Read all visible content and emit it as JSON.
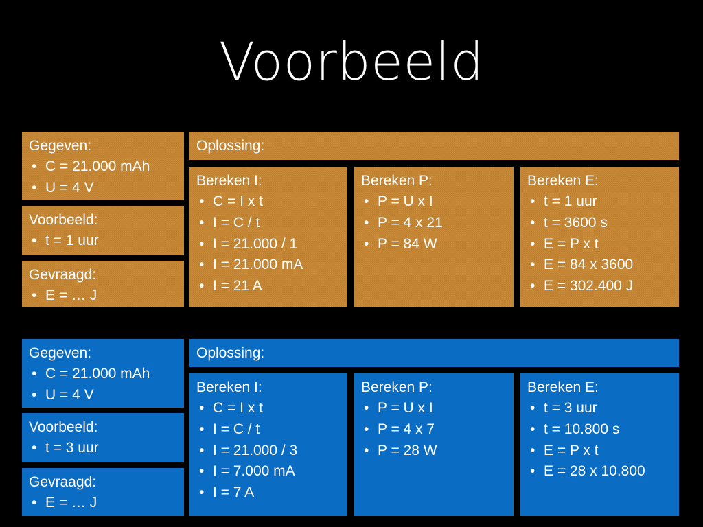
{
  "slide": {
    "title": "Voorbeeld",
    "background_color": "#000000",
    "text_color": "#ffffff",
    "bullet_glyph": "•"
  },
  "colors": {
    "orange": "#c8862f",
    "blue": "#0b6cc4"
  },
  "example_orange": {
    "gegeven": {
      "head": "Gegeven:",
      "items": [
        "C = 21.000 mAh",
        "U = 4 V"
      ]
    },
    "voorbeeld": {
      "head": "Voorbeeld:",
      "items": [
        "t = 1 uur"
      ]
    },
    "gevraagd": {
      "head": "Gevraagd:",
      "items": [
        "E = … J"
      ]
    },
    "oplossing": {
      "head": "Oplossing:"
    },
    "bereken_i": {
      "head": "Bereken I:",
      "items": [
        "C = I x t",
        "I = C / t",
        "I = 21.000 / 1",
        "I = 21.000 mA",
        "I = 21 A"
      ]
    },
    "bereken_p": {
      "head": "Bereken P:",
      "items": [
        "P = U x I",
        "P = 4 x 21",
        "P = 84 W"
      ]
    },
    "bereken_e": {
      "head": "Bereken E:",
      "items": [
        "t = 1 uur",
        "t = 3600 s",
        "E = P x t",
        "E = 84 x 3600",
        "E = 302.400 J"
      ]
    }
  },
  "example_blue": {
    "gegeven": {
      "head": "Gegeven:",
      "items": [
        "C = 21.000 mAh",
        "U = 4 V"
      ]
    },
    "voorbeeld": {
      "head": "Voorbeeld:",
      "items": [
        "t = 3 uur"
      ]
    },
    "gevraagd": {
      "head": "Gevraagd:",
      "items": [
        "E = … J"
      ]
    },
    "oplossing": {
      "head": "Oplossing:"
    },
    "bereken_i": {
      "head": "Bereken I:",
      "items": [
        "C = I x t",
        "I = C / t",
        "I = 21.000 / 3",
        "I = 7.000 mA",
        "I = 7 A"
      ]
    },
    "bereken_p": {
      "head": "Bereken P:",
      "items": [
        "P = U x I",
        "P = 4 x 7",
        "P = 28 W"
      ]
    },
    "bereken_e": {
      "head": "Bereken E:",
      "items": [
        "t = 3 uur",
        "t = 10.800 s",
        "E = P x t",
        "E = 28 x 10.800"
      ]
    }
  }
}
